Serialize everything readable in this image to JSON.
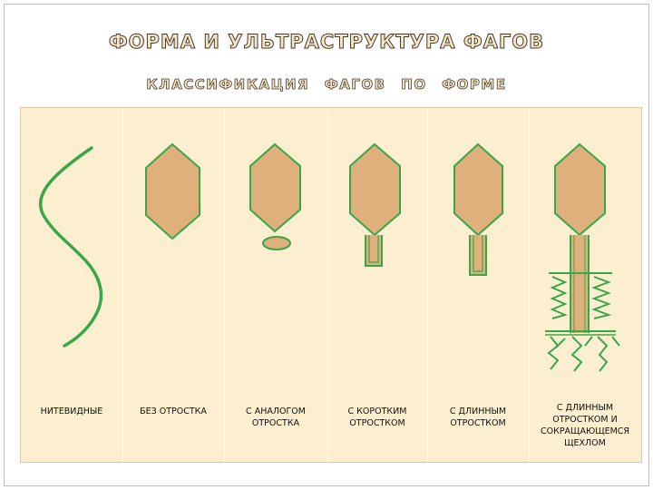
{
  "title": "ФОРМА И УЛЬТРАСТРУКТУРА ФАГОВ",
  "subtitle": "КЛАССИФИКАЦИЯ ФАГОВ ПО ФОРМЕ",
  "colors": {
    "head_fill": "#e0b07c",
    "outline_green": "#3aa64a",
    "panel_bg": "#fbefcf"
  },
  "types": [
    {
      "label": "НИТЕВИДНЫЕ"
    },
    {
      "label": "БЕЗ ОТРОСТКА"
    },
    {
      "label": "С АНАЛОГОМ\nОТРОСТКА"
    },
    {
      "label": "С КОРОТКИМ\nОТРОСТКОМ"
    },
    {
      "label": "С ДЛИННЫМ\nОТРОСТКОМ"
    },
    {
      "label": "С ДЛИННЫМ\nОТРОСТКОМ И\nСОКРАЩАЮЩЕМСЯ\nЩЕХЛОМ"
    }
  ]
}
